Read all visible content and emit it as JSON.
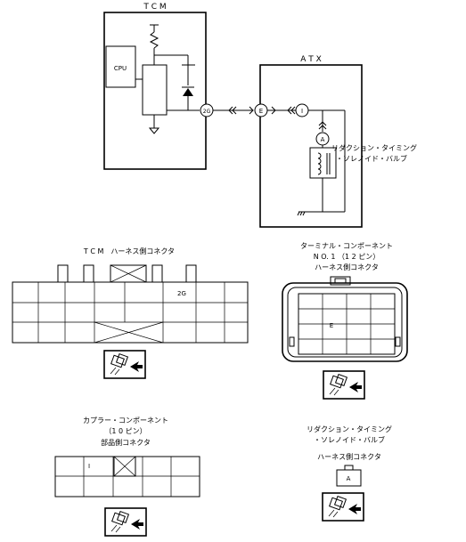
{
  "circuit": {
    "tcm_title": "T C M",
    "cpu_label": "CPU",
    "atx_title": "A T X",
    "terminal_2g": "2G",
    "connector_e": "E",
    "connector_i": "I",
    "connector_a": "A",
    "solenoid_label_line1": "リダクション・タイミング",
    "solenoid_label_line2": "・ソレノイド・バルブ"
  },
  "tcm_connector": {
    "title": "T C M　ハーネス側コネクタ",
    "pin_label": "2G"
  },
  "terminal_connector": {
    "title_line1": "ターミナル・コンポーネント",
    "title_line2": "N O.  1  （1 2 ピン）",
    "title_line3": "ハーネス側コネクタ",
    "pin_label": "E"
  },
  "coupler_connector": {
    "title_line1": "カプラー・コンポーネント",
    "title_line2": "（1 0 ピン）",
    "title_line3": "部品側コネクタ",
    "pin_label": "I"
  },
  "solenoid_connector": {
    "title_line1": "リダクション・タイミング",
    "title_line2": "・ソレノイド・バルブ",
    "title_line3": "ハーネス側コネクタ",
    "pin_label": "A"
  }
}
